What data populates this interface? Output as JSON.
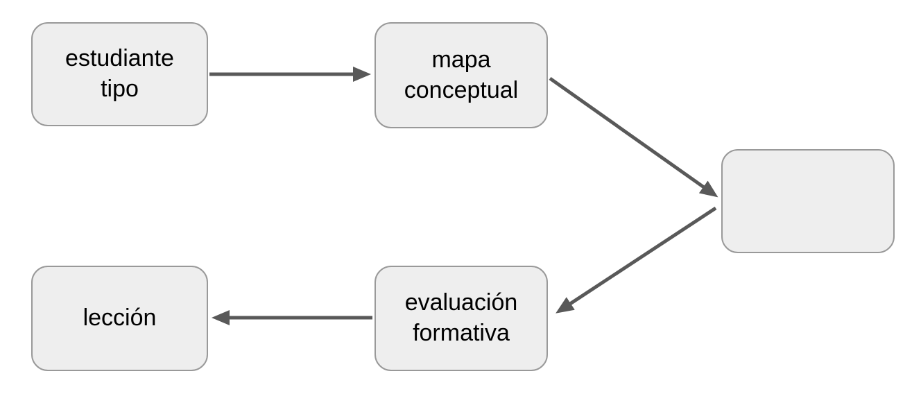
{
  "diagram": {
    "nodes": [
      {
        "id": "estudiante-tipo",
        "label": "estudiante tipo",
        "lines": [
          "estudiante",
          "tipo"
        ]
      },
      {
        "id": "mapa-conceptual",
        "label": "mapa conceptual",
        "lines": [
          "mapa",
          "conceptual"
        ]
      },
      {
        "id": "empty-node",
        "label": "",
        "lines": []
      },
      {
        "id": "evaluacion-formativa",
        "label": "evaluación formativa",
        "lines": [
          "evaluación",
          "formativa"
        ]
      },
      {
        "id": "leccion",
        "label": "lección",
        "lines": [
          "lección"
        ]
      }
    ],
    "edges": [
      {
        "from": "estudiante tipo",
        "to": "mapa conceptual",
        "direction": "right"
      },
      {
        "from": "mapa conceptual",
        "to": "",
        "direction": "down-right"
      },
      {
        "from": "",
        "to": "evaluación formativa",
        "direction": "down-left"
      },
      {
        "from": "evaluación formativa",
        "to": "lección",
        "direction": "left"
      }
    ],
    "colors": {
      "background": "#ffffff",
      "node_fill": "#eeeeee",
      "node_border": "#999999",
      "arrow": "#595959",
      "text": "#000000"
    }
  }
}
